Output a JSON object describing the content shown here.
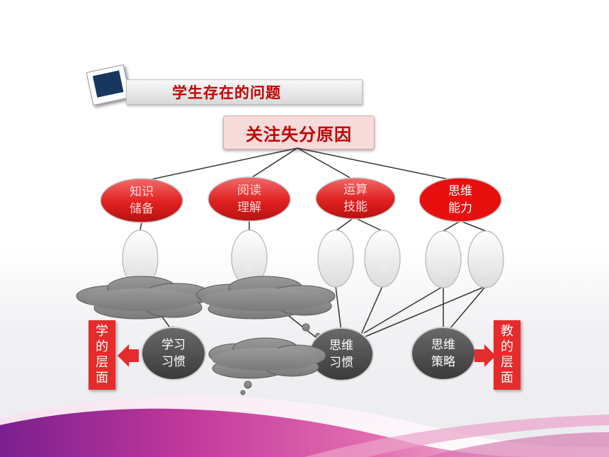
{
  "header": {
    "title": "学生存在的问题"
  },
  "focus": {
    "label": "关注失分原因"
  },
  "causes": [
    {
      "label": "知识\n储备"
    },
    {
      "label": "阅读\n理解"
    },
    {
      "label": "运算\n技能"
    },
    {
      "label": "思维\n能力"
    }
  ],
  "details": [
    {
      "label": "忘"
    },
    {
      "label": "差"
    },
    {
      "label": ""
    },
    {
      "label": "能"
    },
    {
      "label": "立"
    },
    {
      "label": "序"
    }
  ],
  "habits": [
    {
      "label": "学习\n习惯"
    },
    {
      "label": "思维\n习惯"
    },
    {
      "label": "思维\n策略"
    }
  ],
  "levels": {
    "student": "学的层面",
    "teacher": "教的层面"
  },
  "colors": {
    "title_text": "#c00000",
    "cause_fill": "#e0201f",
    "habit_fill": "#4a4a4a",
    "cloud_fill": "#8c8c8c",
    "level_fill": "#e52b2b"
  }
}
